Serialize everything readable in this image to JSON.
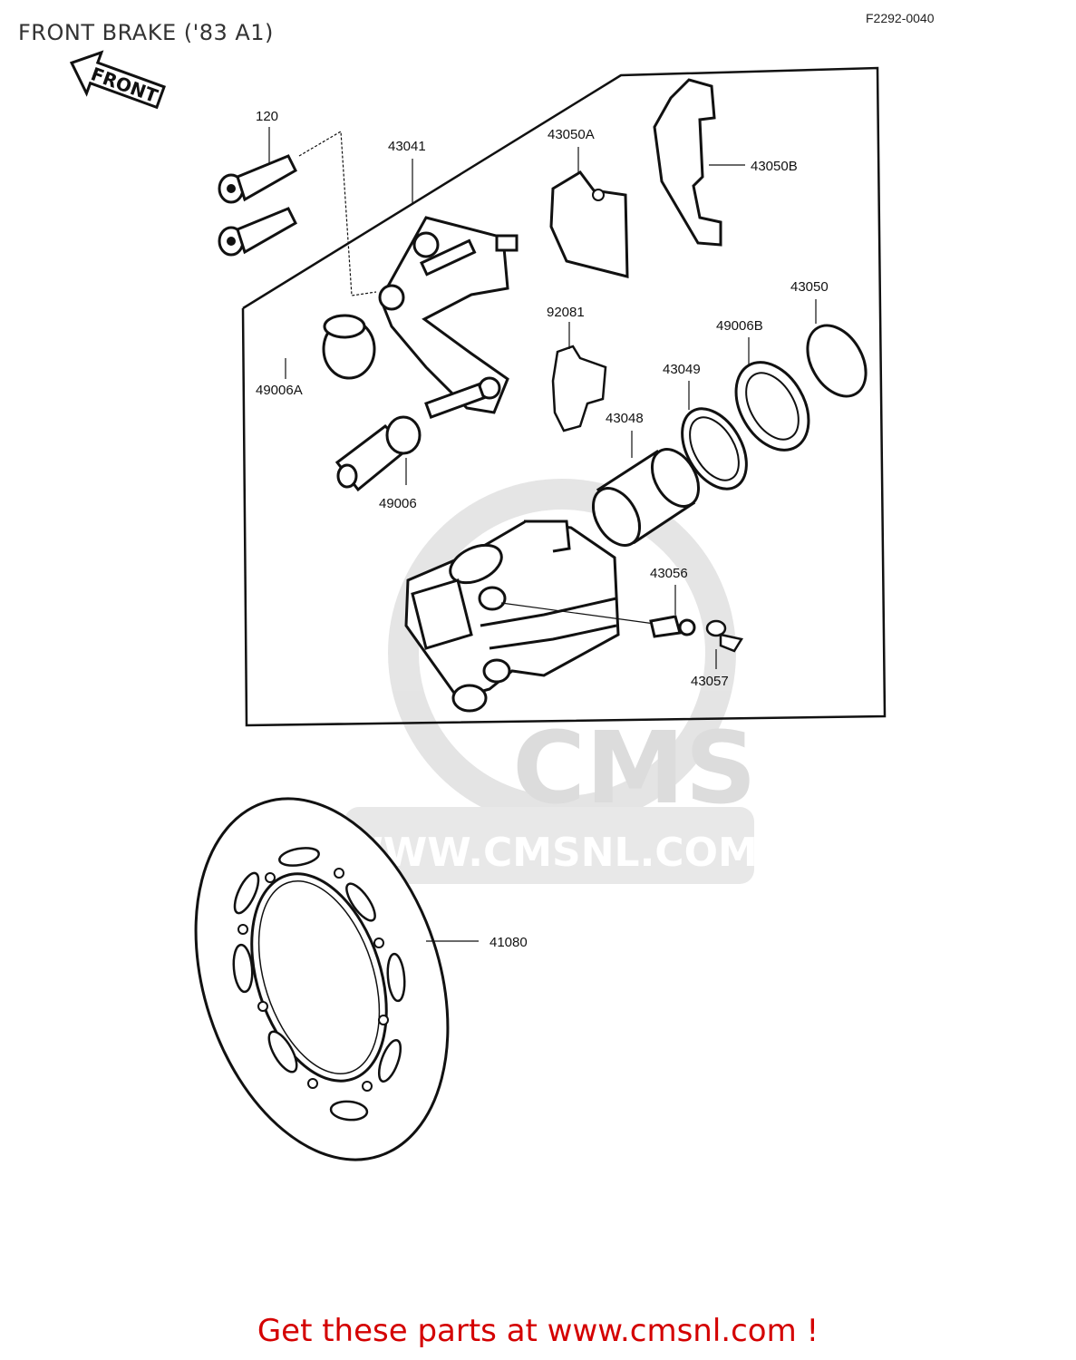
{
  "page": {
    "title": "FRONT BRAKE ('83 A1)",
    "diagram_code": "F2292-0040",
    "footer_text": "Get these parts at www.cmsnl.com !"
  },
  "arrow": {
    "label": "FRONT"
  },
  "watermark": {
    "brand": "CMS",
    "url": "WWW.CMSNL.COM"
  },
  "parts": {
    "p120": "120",
    "p43041": "43041",
    "p43050A": "43050A",
    "p43050B": "43050B",
    "p43050": "43050",
    "p92081": "92081",
    "p49006B": "49006B",
    "p49006A": "49006A",
    "p43049": "43049",
    "p43048": "43048",
    "p49006": "49006",
    "p43056": "43056",
    "p43057": "43057",
    "p41080": "41080"
  },
  "colors": {
    "footer": "#d40000",
    "line": "#111111",
    "watermark": "#d9d9d9"
  }
}
